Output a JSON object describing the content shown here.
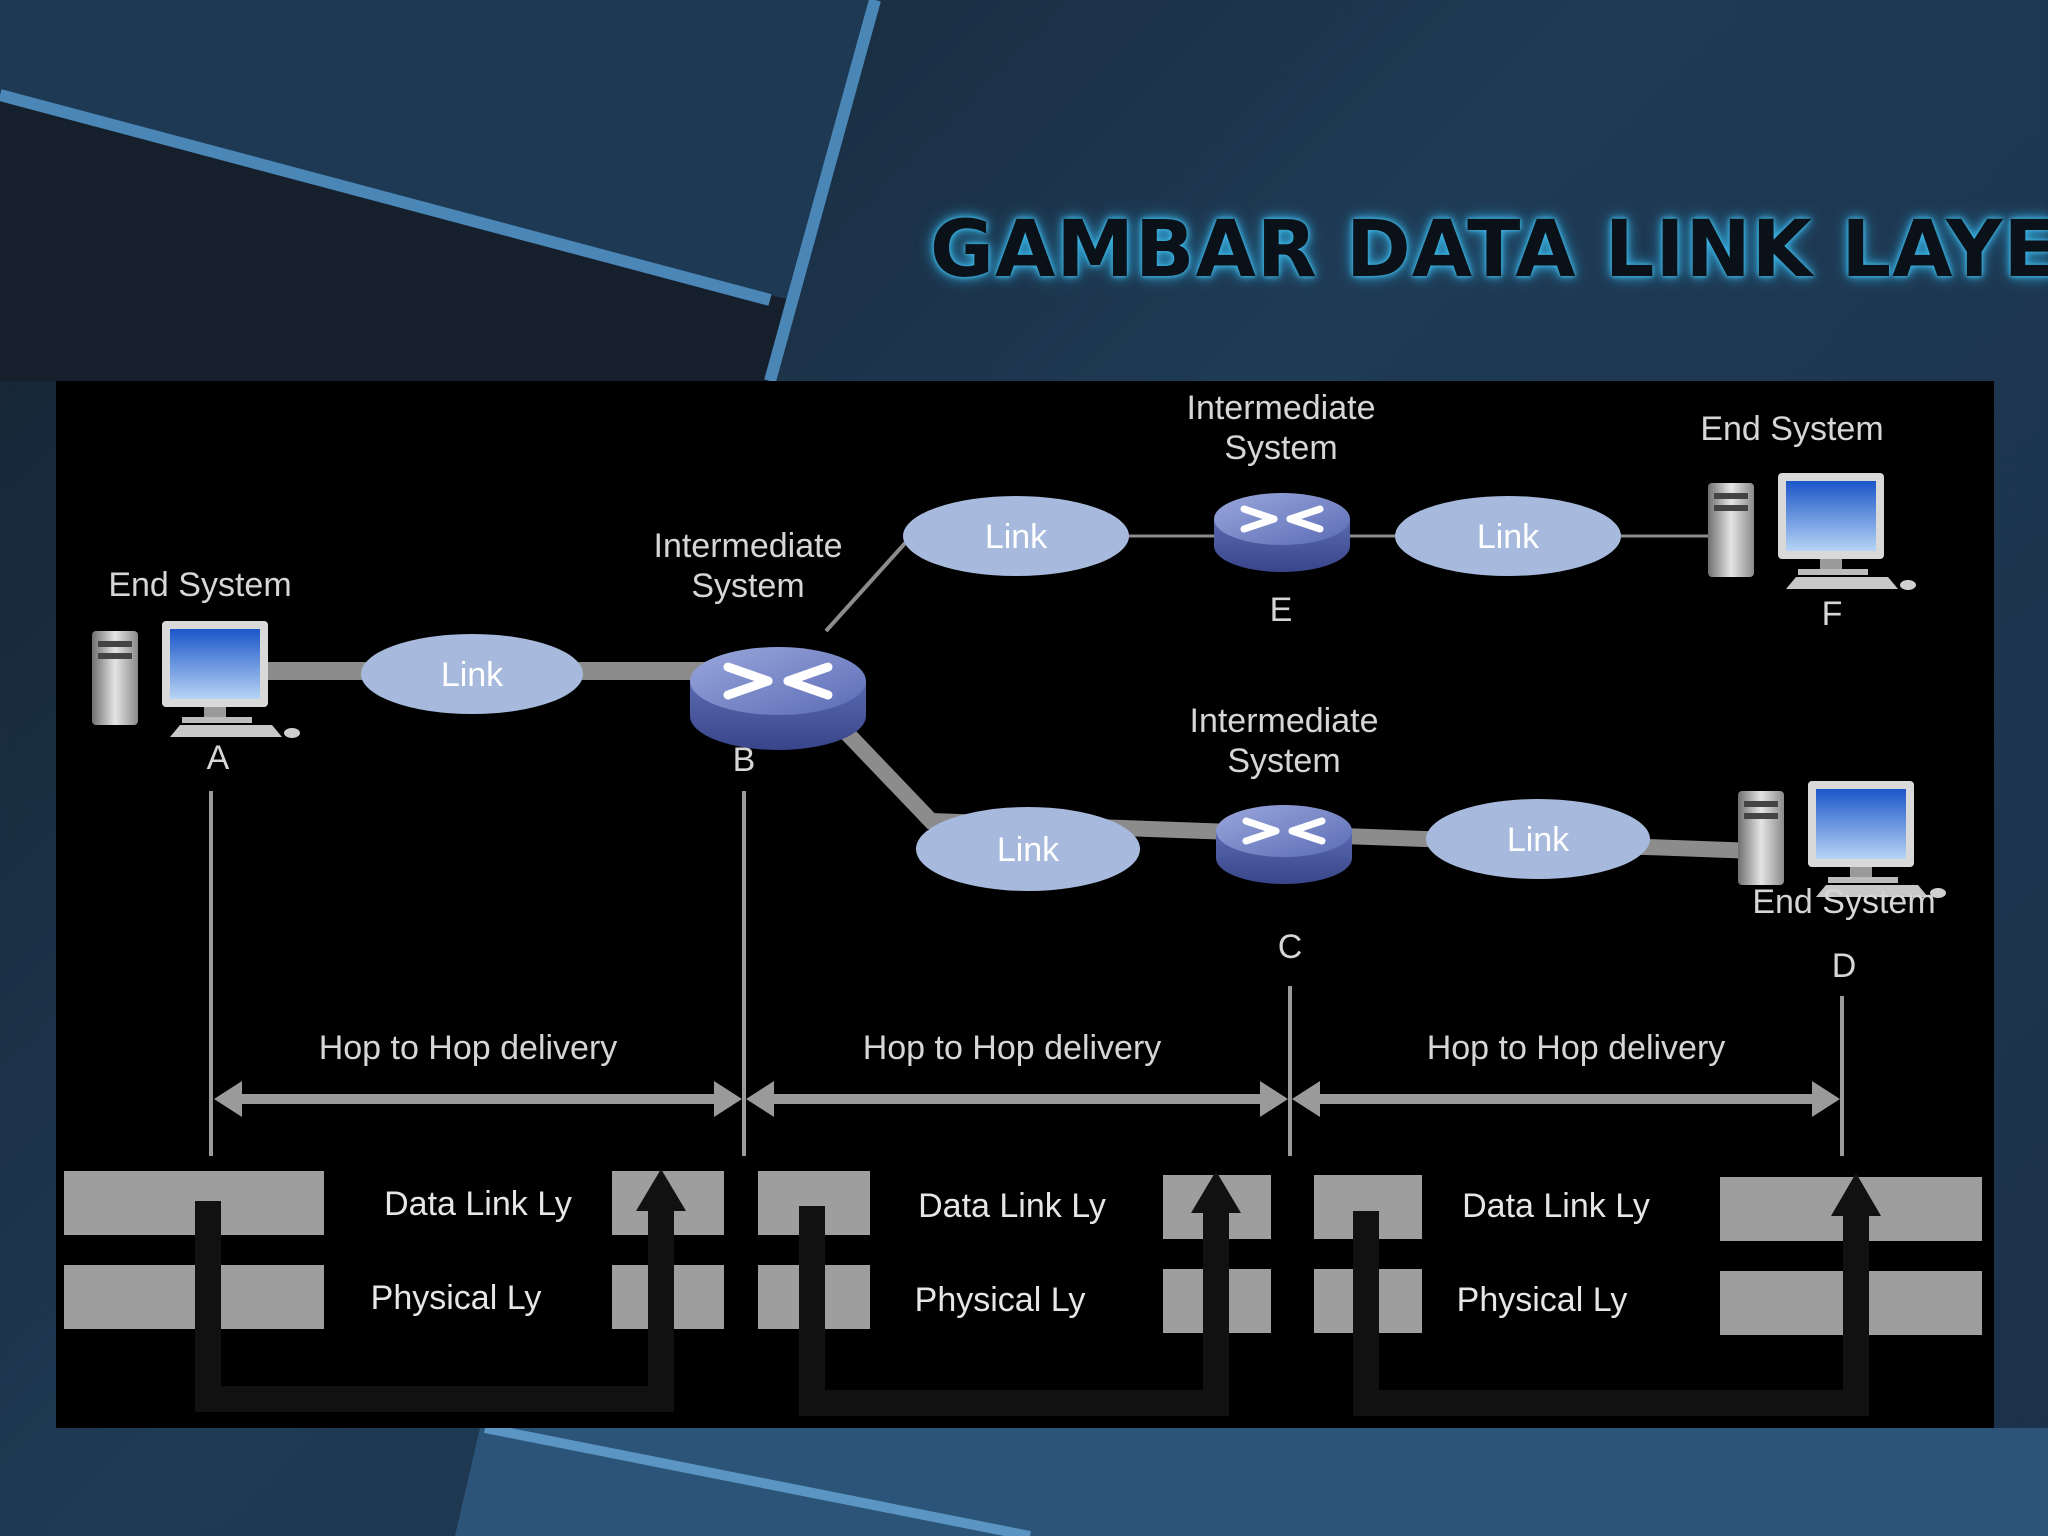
{
  "title": "Gambar Data Link Layer",
  "nodes": {
    "a": {
      "role": "End System",
      "letter": "A"
    },
    "b": {
      "role_line1": "Intermediate",
      "role_line2": "System",
      "letter": "B"
    },
    "e": {
      "role_line1": "Intermediate",
      "role_line2": "System",
      "letter": "E"
    },
    "f": {
      "role": "End System",
      "letter": "F"
    },
    "c": {
      "role_line1": "Intermediate",
      "role_line2": "System",
      "letter": "C"
    },
    "d": {
      "role": "End System",
      "letter": "D"
    }
  },
  "link_label": "Link",
  "hop_label": "Hop to Hop delivery",
  "layers": {
    "data_link": "Data Link Ly",
    "physical": "Physical Ly"
  },
  "colors": {
    "ellipse": "#a7b9dc",
    "router": "#5a6ab0",
    "line": "#8c8c8c",
    "layer_block": "#9e9e9e"
  }
}
